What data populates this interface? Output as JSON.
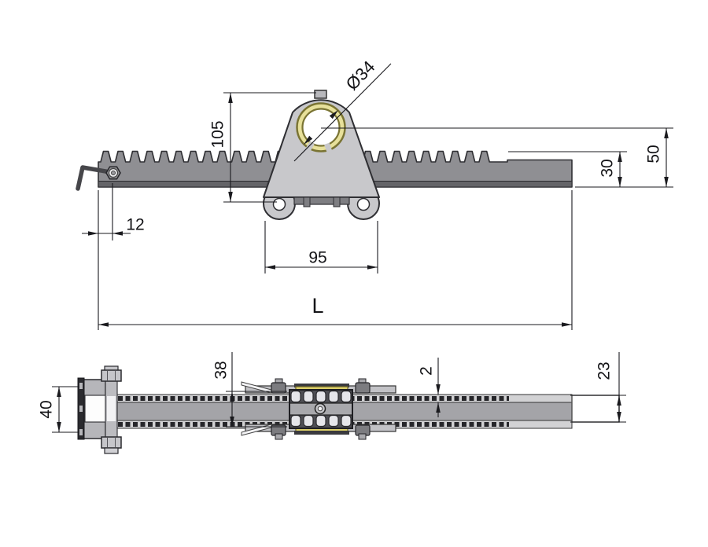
{
  "colors": {
    "accent_yellow": "#e7e09a",
    "accent_yellow_strong": "#ddd06a",
    "ring_border": "#7a7433",
    "line": "#1a1a1e"
  },
  "views": {
    "side": {
      "dimensions": {
        "bore_diameter": "Ø34",
        "bracket_height": "105",
        "rack_section_height": "30",
        "overall_height": "50",
        "end_hole_offset": "12",
        "roller_hole_spacing": "95",
        "total_length": "L"
      }
    },
    "plan": {
      "dimensions": {
        "carriage_width": "38",
        "tooth_overhang": "2",
        "bar_width": "23",
        "end_bracket_width": "40"
      }
    }
  }
}
